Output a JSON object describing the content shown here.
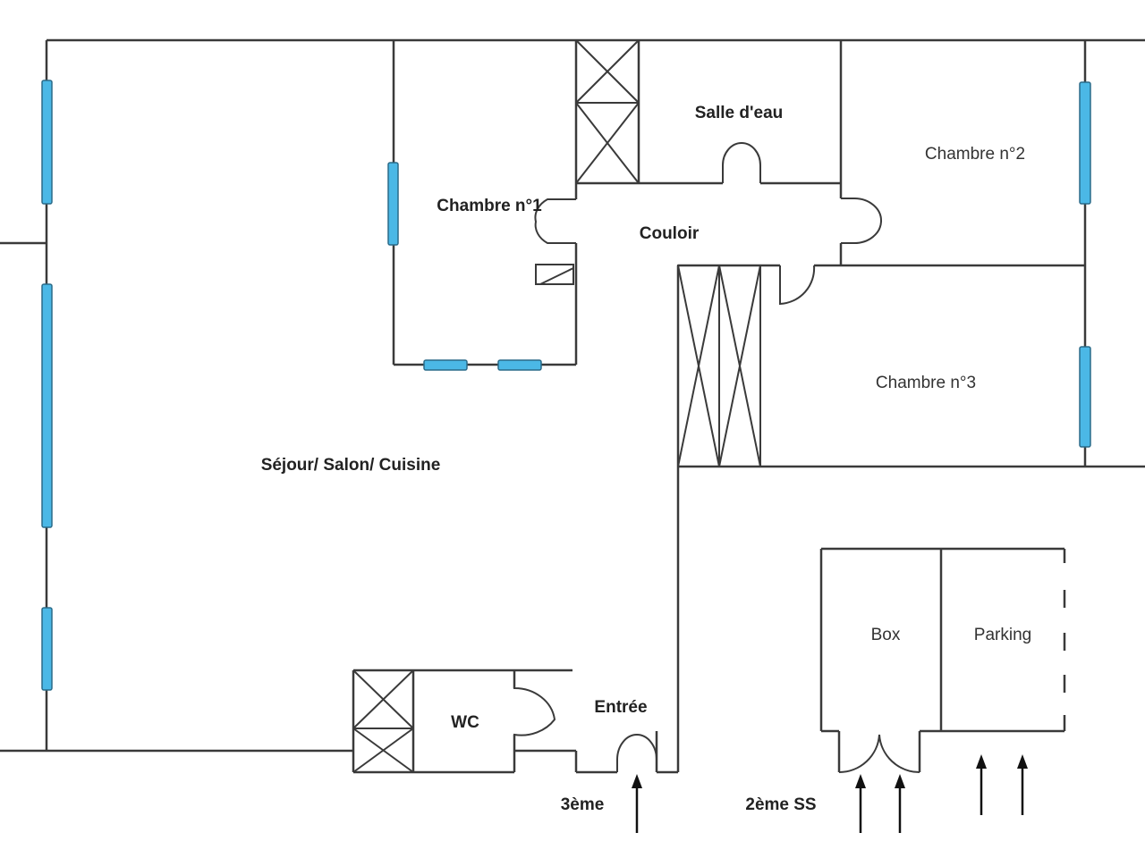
{
  "rooms": {
    "sejour": "Séjour/ Salon/ Cuisine",
    "chambre1": "Chambre n°1",
    "chambre2": "Chambre n°2",
    "chambre3": "Chambre n°3",
    "salle_eau": "Salle d'eau",
    "couloir": "Couloir",
    "wc": "WC",
    "entree": "Entrée",
    "box": "Box",
    "parking": "Parking"
  },
  "levels": {
    "floor": "3ème",
    "basement": "2ème SS"
  },
  "colors": {
    "window_fill": "#4bb8e6",
    "wall": "#3a3a3a"
  }
}
